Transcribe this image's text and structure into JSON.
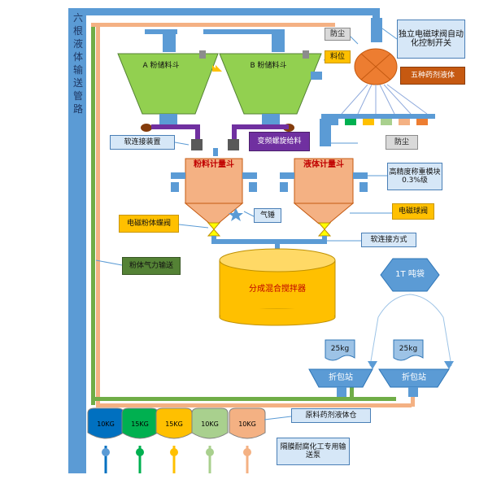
{
  "pipeline_label": "六根液体输送管路",
  "hopper_a": "A 粉储料斗",
  "hopper_b": "B 粉储料斗",
  "dust_top": "防尘",
  "level_label": "料位",
  "solenoid_ball_label": "独立电磁球阀自动化控制开关",
  "reagent_label": "五种药剂液体",
  "soft_connect": "软连接装置",
  "vfd_screw": "变频螺旋给料",
  "dust_mid": "防尘",
  "powder_meter": "粉料计量斗",
  "liquid_meter": "液体计量斗",
  "hp_weigh": "高精度称重模块 0.3%级",
  "powder_valve": "电磁粉体蝶阀",
  "air_hammer": "气锤",
  "ball_valve": "电磁球阀",
  "soft_conn_mode": "软连接方式",
  "pneumatic": "粉体气力输送",
  "mixer": "分成混合搅拌器",
  "ton_bag": "1T 吨袋",
  "bag_25kg_1": "25kg",
  "bag_25kg_2": "25kg",
  "unpack_1": "折包站",
  "unpack_2": "折包站",
  "raw_storage": "原料药剂液体仓",
  "pump_label": "隔膜耐腐化工专用输送泵",
  "tanks": [
    {
      "label": "10KG",
      "color": "#0070c0"
    },
    {
      "label": "15KG",
      "color": "#00b050"
    },
    {
      "label": "15KG",
      "color": "#ffc000"
    },
    {
      "label": "10KG",
      "color": "#a9d08e"
    },
    {
      "label": "10KG",
      "color": "#f4b183"
    }
  ],
  "colors": {
    "pipe_blue": "#5b9bd5",
    "hopper_green": "#92d050",
    "meter_peach": "#f4b183",
    "mixer_yellow": "#ffc000",
    "pipe_tan": "#f4b183",
    "pipe_green": "#70ad47",
    "solenoid_orange": "#ed7d31",
    "ton_bag_blue": "#5b9bd5"
  }
}
